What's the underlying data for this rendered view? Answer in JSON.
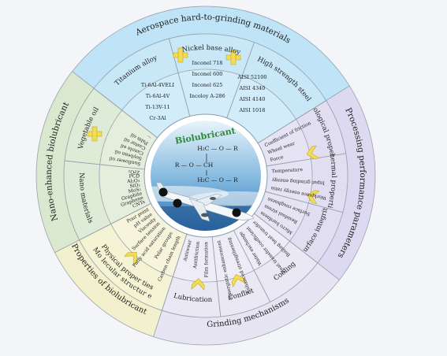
{
  "center": {
    "title": "Biolubricant",
    "formula": {
      "top": "H₂C — O — R",
      "mid": "R — O — CH",
      "bottom": "H₂C — O — R"
    }
  },
  "outer_ring": [
    {
      "title": "Aerospace hard-to-grinding materials",
      "color": "#bfe4f7"
    },
    {
      "title": "Processing performance parameters",
      "color": "#dcd9f0"
    },
    {
      "title": "Grinding mechanisms",
      "color": "#e7e4f3"
    },
    {
      "title": "Properties of biolubricant",
      "color": "#f3f1cd"
    },
    {
      "title": "Nano-enhanced biolubricant",
      "color": "#d9e8cf"
    }
  ],
  "middle_ring": {
    "aerospace": [
      "Titanium alloy",
      "Nickel base alloy",
      "High strength steel"
    ],
    "processing": [
      "Tribological properties",
      "Thermal properties",
      "Surface integrity"
    ],
    "grinding": [
      "Cooling",
      "Conflict",
      "Lubrication"
    ],
    "properties": [
      "Physical proper ties",
      "Mo lecular structur e"
    ],
    "nano": [
      "Nano materials",
      "Vegetable oil"
    ]
  },
  "inner_ring": {
    "titanium": [
      "Ti-6Al-4VELI",
      "Ti-6Al-4V",
      "Ti-13V-11",
      "Cr-3Al"
    ],
    "nickel": [
      "Inconel 718",
      "Inconel 600",
      "Inconel 625",
      "Incoloy A-286"
    ],
    "steel": [
      "AISI 52100",
      "AISI 4340",
      "AISI 4140",
      "AISI 1018"
    ],
    "tribological": [
      "Coefficient of friction",
      "Wheel wear",
      "Force"
    ],
    "thermal": [
      "Temperature",
      "Input grinding energy",
      "Workpiece energy ratio"
    ],
    "surface": [
      "Surface roughness",
      "Residual stress",
      "Micro hardness"
    ],
    "cooling": [
      "Boiling heat transfer",
      "Heat transfer coefficient",
      "Water exchange"
    ],
    "conflict": [
      "Enhanced strengthening",
      "Synergistic enhancement"
    ],
    "lubrication": [
      "Film formation",
      "Antifriction",
      "Antiwear"
    ],
    "physical": [
      "Carbon chain length",
      "Polar groups",
      "Fatty acid saturation"
    ],
    "molecular": [
      "Surface tension",
      "Viscosity",
      "pH value",
      "Pour point"
    ],
    "nanomaterials": [
      "CNTs",
      "Graphene",
      "Graphite",
      "MoS₂",
      "SiO₂",
      "Al₂O₃",
      "PCD",
      "ZrO₂"
    ],
    "vegetable": [
      "Sunflower oil",
      "Soybean oil",
      "Canola oil",
      "Castor oil",
      "Palm oil",
      "..."
    ]
  }
}
